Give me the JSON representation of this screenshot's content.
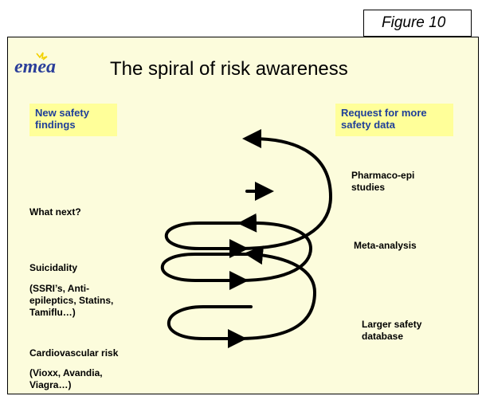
{
  "figure_label": "Figure 10",
  "logo_text": "emea",
  "slide": {
    "title": "The spiral of risk awareness",
    "left_box": "New safety findings",
    "right_box": "Request for more safety data",
    "left_labels": {
      "what_next": "What next?",
      "suicidality": "Suicidality",
      "suicidality_examples": "(SSRI’s, Anti-epileptics, Statins, Tamiflu…)",
      "cardio": "Cardiovascular risk",
      "cardio_examples": "(Vioxx, Avandia, Viagra…)"
    },
    "right_labels": {
      "pharmaco": "Pharmaco-epi studies",
      "meta": "Meta-analysis",
      "larger": "Larger safety database"
    }
  },
  "colors": {
    "slide_background": "#fcfcdc",
    "box_background": "#ffff99",
    "box_text": "#1f3f99",
    "logo": "#2b3f9a"
  }
}
